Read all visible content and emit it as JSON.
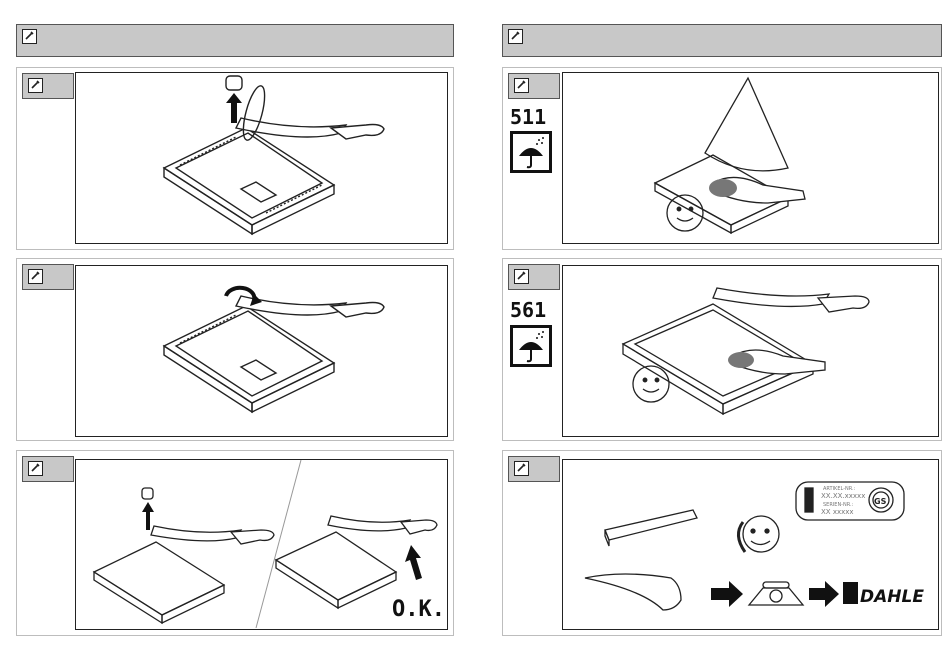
{
  "page": {
    "icons": [
      "tool-icon",
      "climate-icon",
      "smiley-icon",
      "arrow-icon",
      "telephone-icon",
      "gs-mark-icon"
    ],
    "colors": {
      "header_gray": "#c8c8c8",
      "line": "#222222",
      "panel_border": "#bdbdbd"
    }
  },
  "right_panels": {
    "climate_1_code": "511",
    "climate_2_code": "561"
  },
  "left_panels": {
    "ok_label": "O.K."
  },
  "service_panel": {
    "artikel_label": "ARTIKEL-NR.:",
    "artikel_value": "XX.XX.xxxxx",
    "serien_label": "SERIEN-NR.:",
    "serien_value": "XX xxxxx",
    "gs_text": "GS",
    "brand": "DAHLE"
  }
}
